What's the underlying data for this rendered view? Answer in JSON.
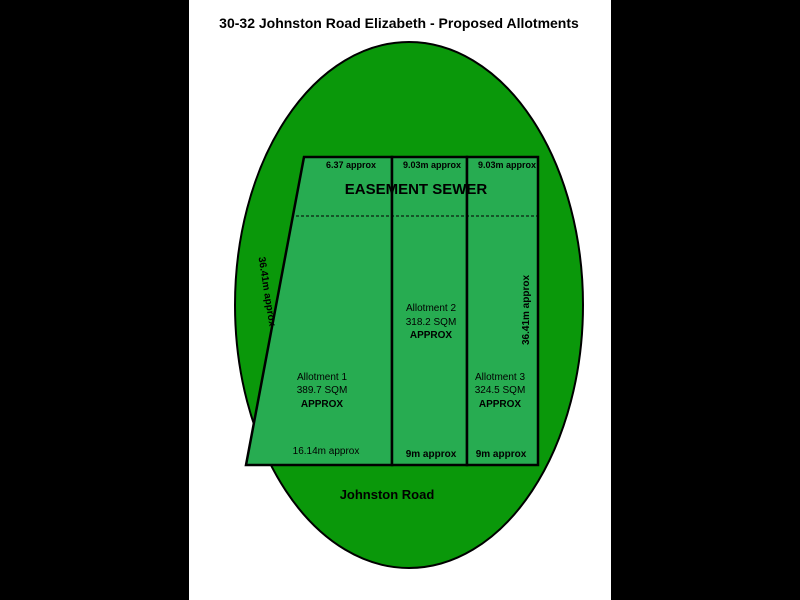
{
  "title": "30-32 Johnston Road Elizabeth - Proposed Allotments",
  "easement_label": "EASEMENT SEWER",
  "road_label": "Johnston Road",
  "colors": {
    "land_fill": "#0a980a",
    "allotment_fill": "#27ac51",
    "outline": "#000000",
    "background": "#000000",
    "page": "#ffffff"
  },
  "dimensions": {
    "top_left": "6.37 approx",
    "top_middle": "9.03m approx",
    "top_right": "9.03m approx",
    "left_side": "36.41m approx",
    "right_side": "36.41m approx",
    "bottom_allotment1": "16.14m approx",
    "bottom_allotment2": "9m approx",
    "bottom_allotment3": "9m approx"
  },
  "allotments": [
    {
      "name": "Allotment 1",
      "area": "389.7 SQM",
      "approx": "APPROX"
    },
    {
      "name": "Allotment 2",
      "area": "318.2 SQM",
      "approx": "APPROX"
    },
    {
      "name": "Allotment 3",
      "area": "324.5 SQM",
      "approx": "APPROX"
    }
  ]
}
